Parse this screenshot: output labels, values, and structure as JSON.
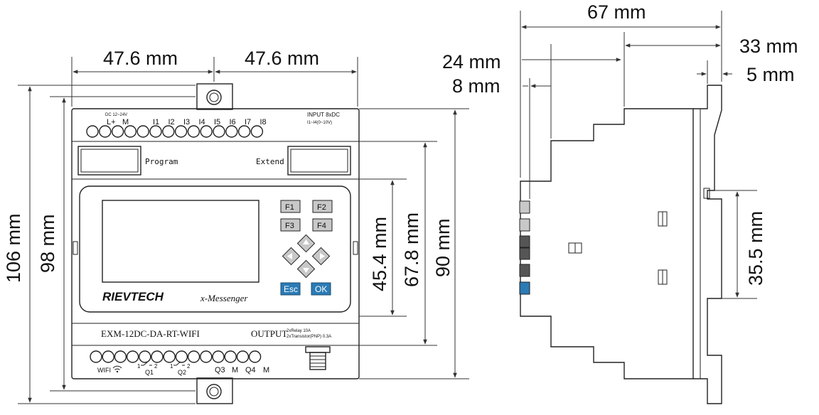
{
  "dimensions": {
    "width_half_left": "47.6 mm",
    "width_half_right": "47.6 mm",
    "height_total": "106 mm",
    "height_body": "98 mm",
    "height_90": "90 mm",
    "height_678": "67.8 mm",
    "height_454": "45.4 mm",
    "depth_total": "67 mm",
    "depth_24": "24 mm",
    "depth_8": "8 mm",
    "depth_33": "33 mm",
    "depth_5": "5 mm",
    "rail_355": "35.5 mm"
  },
  "front_panel": {
    "power_rating": "DC 12~24V",
    "terminal_lplus": "L+",
    "terminal_m": "M",
    "inputs": [
      "I1",
      "I2",
      "I3",
      "I4",
      "I5",
      "I6",
      "I7",
      "I8"
    ],
    "input_header": "INPUT 8xDC",
    "input_range": "I1~I4(0~10V)",
    "program_port": "Program",
    "extend_port": "Extend",
    "keys": {
      "f1": "F1",
      "f2": "F2",
      "f3": "F3",
      "f4": "F4",
      "esc": "Esc",
      "ok": "OK"
    },
    "brand": "RIEVTECH",
    "product_name": "x-Messenger",
    "model": "EXM-12DC-DA-RT-WIFI",
    "output_header": "OUTPUT",
    "output_relay": "2xRelay 10A",
    "output_transistor": "2xTransistor(PNP) 0.3A",
    "wifi_label": "WIFI",
    "outputs": [
      "Q1",
      "Q2",
      "Q3",
      "M",
      "Q4",
      "M"
    ],
    "relay_contacts": [
      "1",
      "2",
      "1",
      "2"
    ]
  },
  "colors": {
    "key_gray": "#c8c8c8",
    "key_blue": "#2b7bb5",
    "outline": "#222222"
  }
}
